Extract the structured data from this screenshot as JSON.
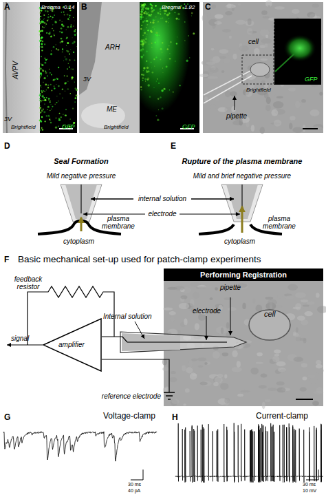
{
  "diagram": {
    "nodes": [
      {
        "text": [
          "AVPV",
          "3V",
          "Brightfield"
        ]
      },
      {
        "text": [
          "Bregma -0.14",
          "GFP"
        ],
        "in": 0
      },
      {
        "text": [
          "ARH",
          "3V",
          "ME",
          "Brightfield"
        ]
      },
      {
        "text": [
          "Bregma -1.82",
          "GFP"
        ],
        "in": 2
      },
      {
        "text": [
          "cell",
          "pipette",
          "Brightfield"
        ]
      },
      {
        "text": [
          "GFP"
        ],
        "in": 4
      },
      {
        "text": [
          "Performing Registration",
          "pipette",
          "cell"
        ]
      },
      {
        "text": [
          "amplifier"
        ]
      }
    ],
    "labels": [
      "A",
      "B",
      "C",
      "D",
      "Seal Formation",
      "Mild negative pressure",
      "internal solution",
      "electrode",
      "plasma membrane",
      "cytoplasm",
      "E",
      "Rupture of the plasma membrane",
      "Mild and brief negative pressure",
      "plasma membrane",
      "cytoplasm",
      "F",
      "Basic mechanical set-up used for patch-clamp experiments",
      "feedback resistor",
      "signal",
      "Internal solution",
      "electrode",
      "reference electrode",
      "G",
      "Voltage-clamp",
      "30 ms",
      "40 pA",
      "H",
      "Current-clamp",
      "30 ms",
      "10 mV"
    ]
  }
}
